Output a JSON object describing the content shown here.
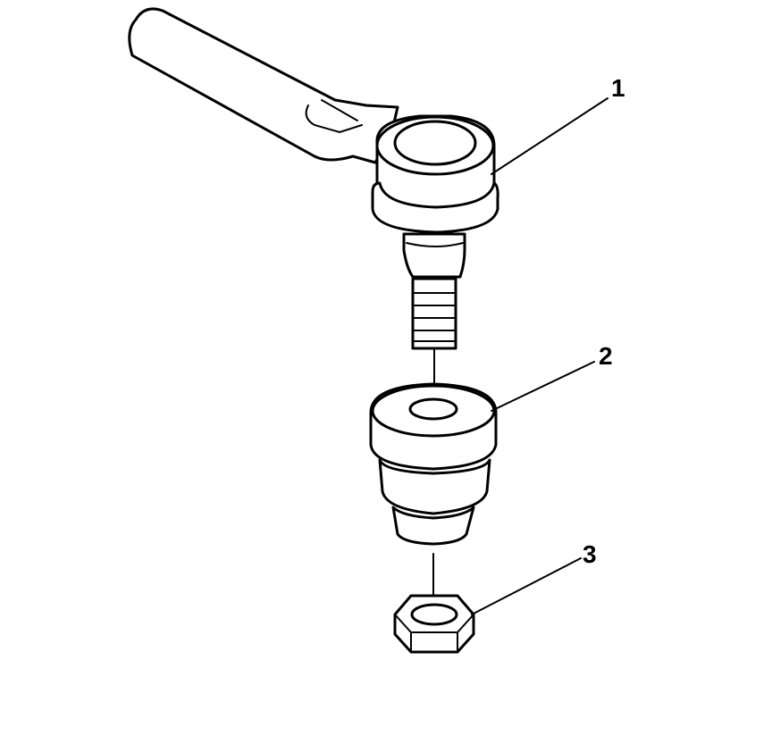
{
  "diagram": {
    "callouts": [
      {
        "number": "1"
      },
      {
        "number": "2"
      },
      {
        "number": "3"
      }
    ]
  },
  "colors": {
    "line": "#000000",
    "background": "#ffffff"
  }
}
